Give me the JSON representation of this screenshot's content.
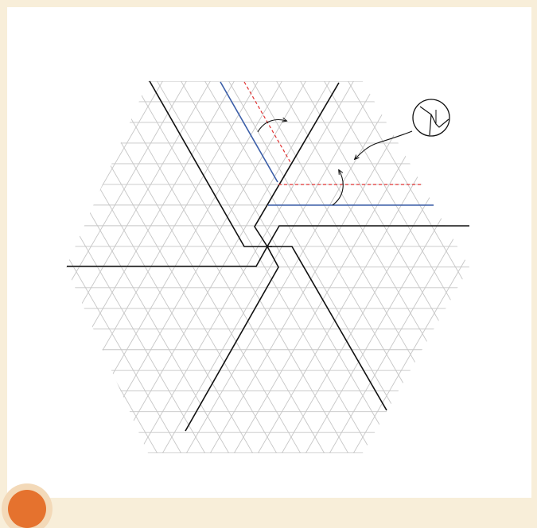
{
  "diagram": {
    "kind": "triangular-grid-fold-pattern",
    "colors": {
      "background": "#f8eed9",
      "panel": "#ffffff",
      "grid": "#c6c6c6",
      "cut_line": "#111111",
      "fold_line": "#3b5ea8",
      "dashed_line": "#e03030",
      "badge": "#e5722e"
    },
    "elements": [
      "hexagonal-triangle-grid",
      "pinwheel-cut-lines",
      "blue-fold-lines",
      "red-dashed-guide-lines",
      "rotation-arrows",
      "magnifier-inset"
    ]
  }
}
